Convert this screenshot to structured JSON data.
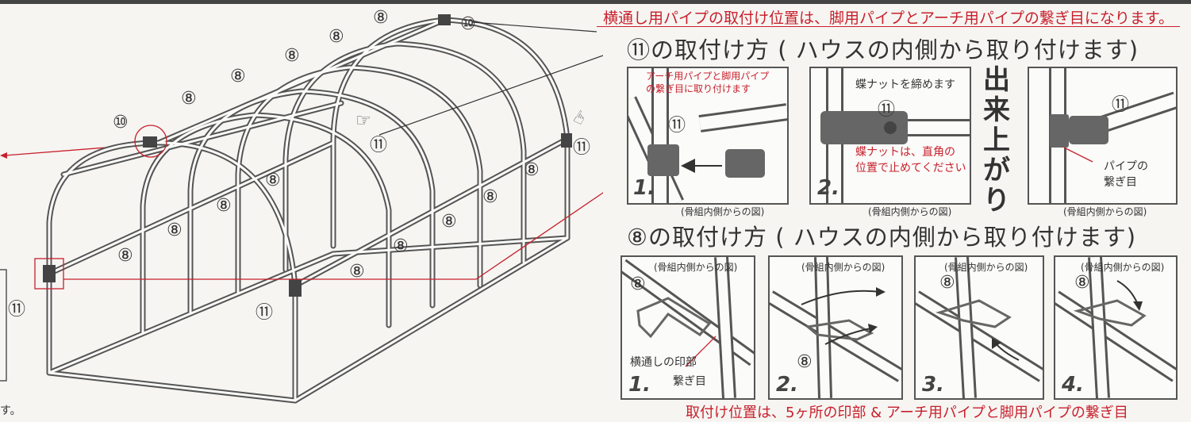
{
  "header_note": "横通し用パイプの取付け位置は、脚用パイプとアーチ用パイプの繋ぎ目になります。",
  "section11": {
    "title": "⑪の取付け方 ( ハウスの内側から取り付けます)",
    "panel1": {
      "label": "アーチ用パイプと脚用パイプ\nの繋ぎ目に取り付けます",
      "part": "⑪",
      "step": "1.",
      "caption": "(骨組内側からの図)"
    },
    "panel2": {
      "label1": "蝶ナットを締めます",
      "part": "⑪",
      "label2": "蝶ナットは、直角の\n位置で止めてください",
      "step": "2.",
      "caption": "(骨組内側からの図)"
    },
    "finished": "出来上がり",
    "panel3": {
      "part": "⑪",
      "label": "パイプの\n繋ぎ目",
      "caption": "(骨組内側からの図)"
    }
  },
  "section8": {
    "title": "⑧の取付け方 ( ハウスの内側から取り付けます)",
    "panels": [
      {
        "caption": "(骨組内側からの図)",
        "part": "⑧",
        "label1": "横通しの印部",
        "label2": "繋ぎ目",
        "step": "1."
      },
      {
        "caption": "(骨組内側からの図)",
        "part": "⑧",
        "step": "2."
      },
      {
        "caption": "(骨組内側からの図)",
        "part": "⑧",
        "step": "3."
      },
      {
        "caption": "(骨組内側からの図)",
        "part": "⑧",
        "step": "4."
      }
    ]
  },
  "footer_note": "取付け位置は、5ヶ所の印部 & アーチ用パイプと脚用パイプの繋ぎ目",
  "diagram_labels": {
    "part8": "⑧",
    "part10": "⑩",
    "part11": "⑪",
    "left_edge_text": "す。"
  }
}
